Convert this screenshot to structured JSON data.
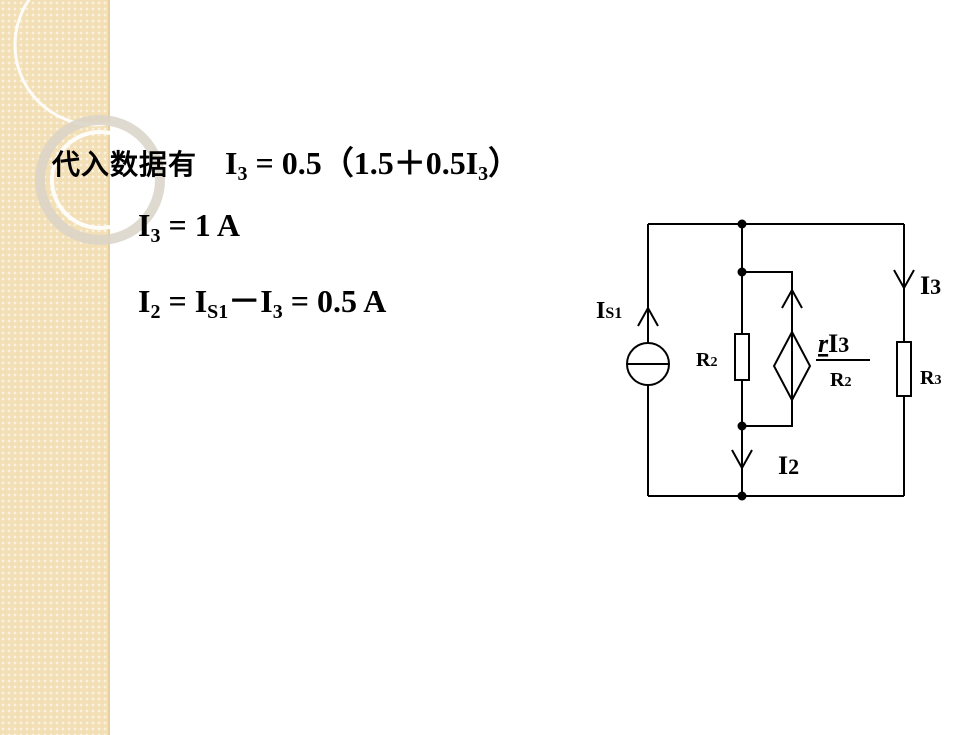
{
  "slide": {
    "heading": {
      "label": "代入数据有",
      "equation": {
        "i": "I",
        "sub3": "3",
        "mid": " = 0.5（1.5＋0.5I",
        "sub3b": "3",
        "end": "）"
      }
    },
    "result_i3": {
      "i": "I",
      "sub": "3",
      "rest": " = 1 A"
    },
    "result_i2": {
      "i": "I",
      "sub2": "2",
      "eq": " = I",
      "subs1": "S1",
      "minus": "－I",
      "sub3": "3",
      "rest": " = 0.5 A"
    }
  },
  "circuit": {
    "source_label": {
      "main": "I",
      "sub": "S1"
    },
    "r2_label": {
      "main": "R",
      "sub": "2"
    },
    "r3_label": {
      "main": "R",
      "sub": "3"
    },
    "i3_label": {
      "main": "I",
      "sub": "3"
    },
    "i2_label": {
      "main": "I",
      "sub": "2"
    },
    "dep_numerator": {
      "coef": "r",
      "main": "I",
      "sub": "3"
    },
    "dep_denominator": {
      "main": "R",
      "sub": "2"
    }
  }
}
